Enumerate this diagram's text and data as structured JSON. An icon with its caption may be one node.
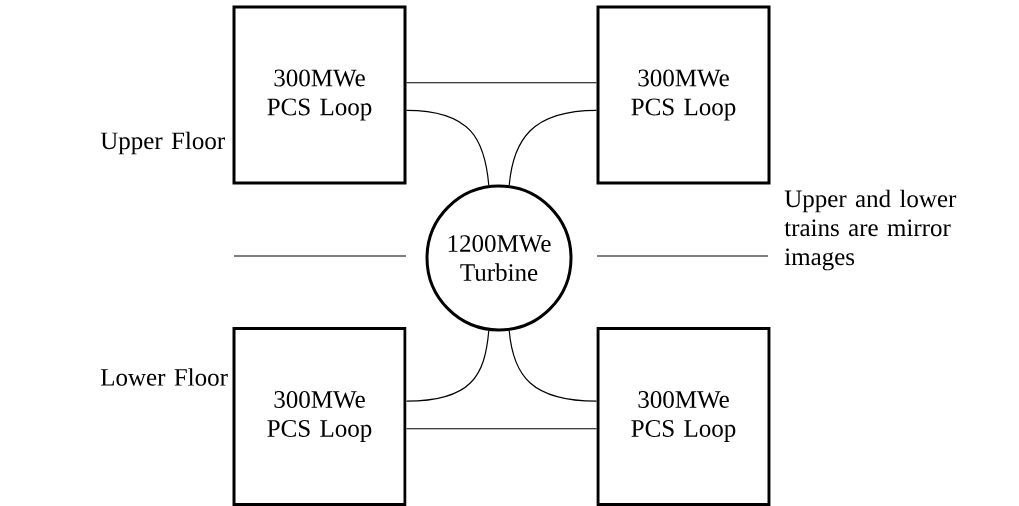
{
  "diagram": {
    "nodes": [
      {
        "text": [
          "300MWe PCS Loop"
        ]
      },
      {
        "text": [
          "300MWe PCS Loop"
        ]
      },
      {
        "text": [
          "1200MWe Turbine"
        ]
      },
      {
        "text": [
          "300MWe PCS Loop"
        ]
      },
      {
        "text": [
          "300MWe PCS Loop"
        ]
      }
    ],
    "edges": [
      {
        "from": 0,
        "to": 1,
        "arrow": "none"
      },
      {
        "from": 0,
        "to": 2,
        "arrow": "none"
      },
      {
        "from": 1,
        "to": 2,
        "arrow": "none"
      },
      {
        "from": 3,
        "to": 2,
        "arrow": "none"
      },
      {
        "from": 4,
        "to": 2,
        "arrow": "none"
      },
      {
        "from": 3,
        "to": 4,
        "arrow": "none"
      }
    ],
    "labels": [
      "Upper Floor",
      "Lower Floor",
      "Upper and lower trains are mirror images"
    ]
  }
}
